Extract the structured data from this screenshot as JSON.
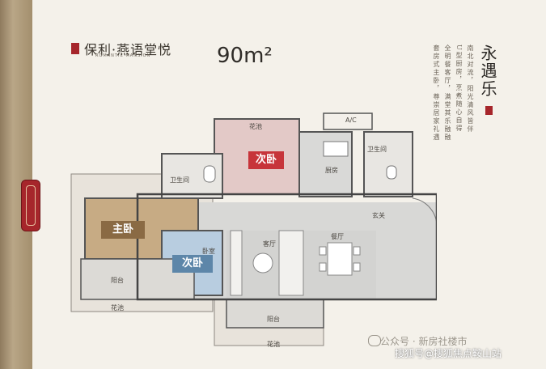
{
  "brand": {
    "name": "保利·燕语堂悦",
    "subtitle": "ROMANTIC MANSION"
  },
  "area": {
    "value": "90m²"
  },
  "title": "永遇乐",
  "poem_lines": [
    "南北对流，阳光清风皆伴",
    "U型厨房，烹煮随心自得",
    "全明餐客厅，满堂其乐融融",
    "套房式主卧，尊崇居家礼遇"
  ],
  "rooms": {
    "garden_top": "花池",
    "bedroom2_top": "次卧",
    "ac": "A/C",
    "bath_left": "卫生间",
    "bath_right": "卫生间",
    "kitchen": "厨房",
    "master": "主卧",
    "foyer": "玄关",
    "living": "客厅",
    "dining": "餐厅",
    "bedroom2_bottom_small": "卧室",
    "bedroom2_bottom": "次卧",
    "balcony_left": "阳台",
    "garden_left": "花池",
    "balcony_bottom": "阳台",
    "garden_bottom": "花池"
  },
  "colors": {
    "red_tag": "#c7343a",
    "brown_tag": "#8a6a44",
    "blue_tag": "#5d86a9"
  },
  "watermarks": {
    "wechat": "公众号 · 新房社楼市",
    "sohu": "搜狐号@搜狐焦点鞍山站"
  }
}
